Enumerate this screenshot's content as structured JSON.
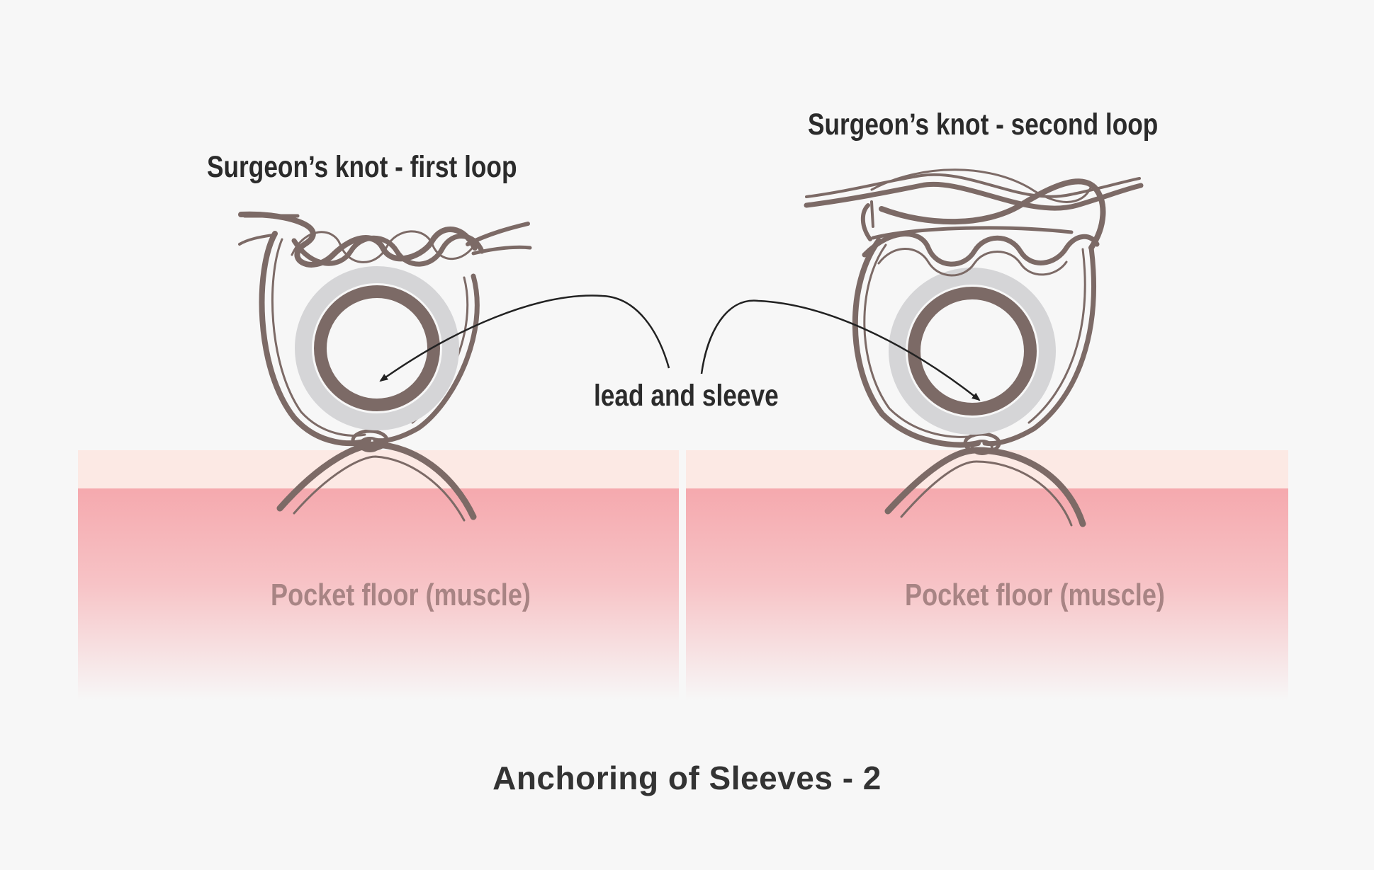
{
  "labels": {
    "left_knot": "Surgeon’s knot - first loop",
    "right_knot": "Surgeon’s knot - second  loop",
    "lead": "lead and sleeve",
    "floor_left": "Pocket floor  (muscle)",
    "floor_right": "Pocket floor  (muscle)",
    "title": "Anchoring of Sleeves - 2"
  },
  "colors": {
    "background": "#f7f7f7",
    "suture": "#7c6a66",
    "sleeve": "#d5d5d7",
    "skin_top": "#fce9e4",
    "muscle": "#f5a9ae",
    "arrow": "#222222",
    "floor_text": "#a88484"
  }
}
